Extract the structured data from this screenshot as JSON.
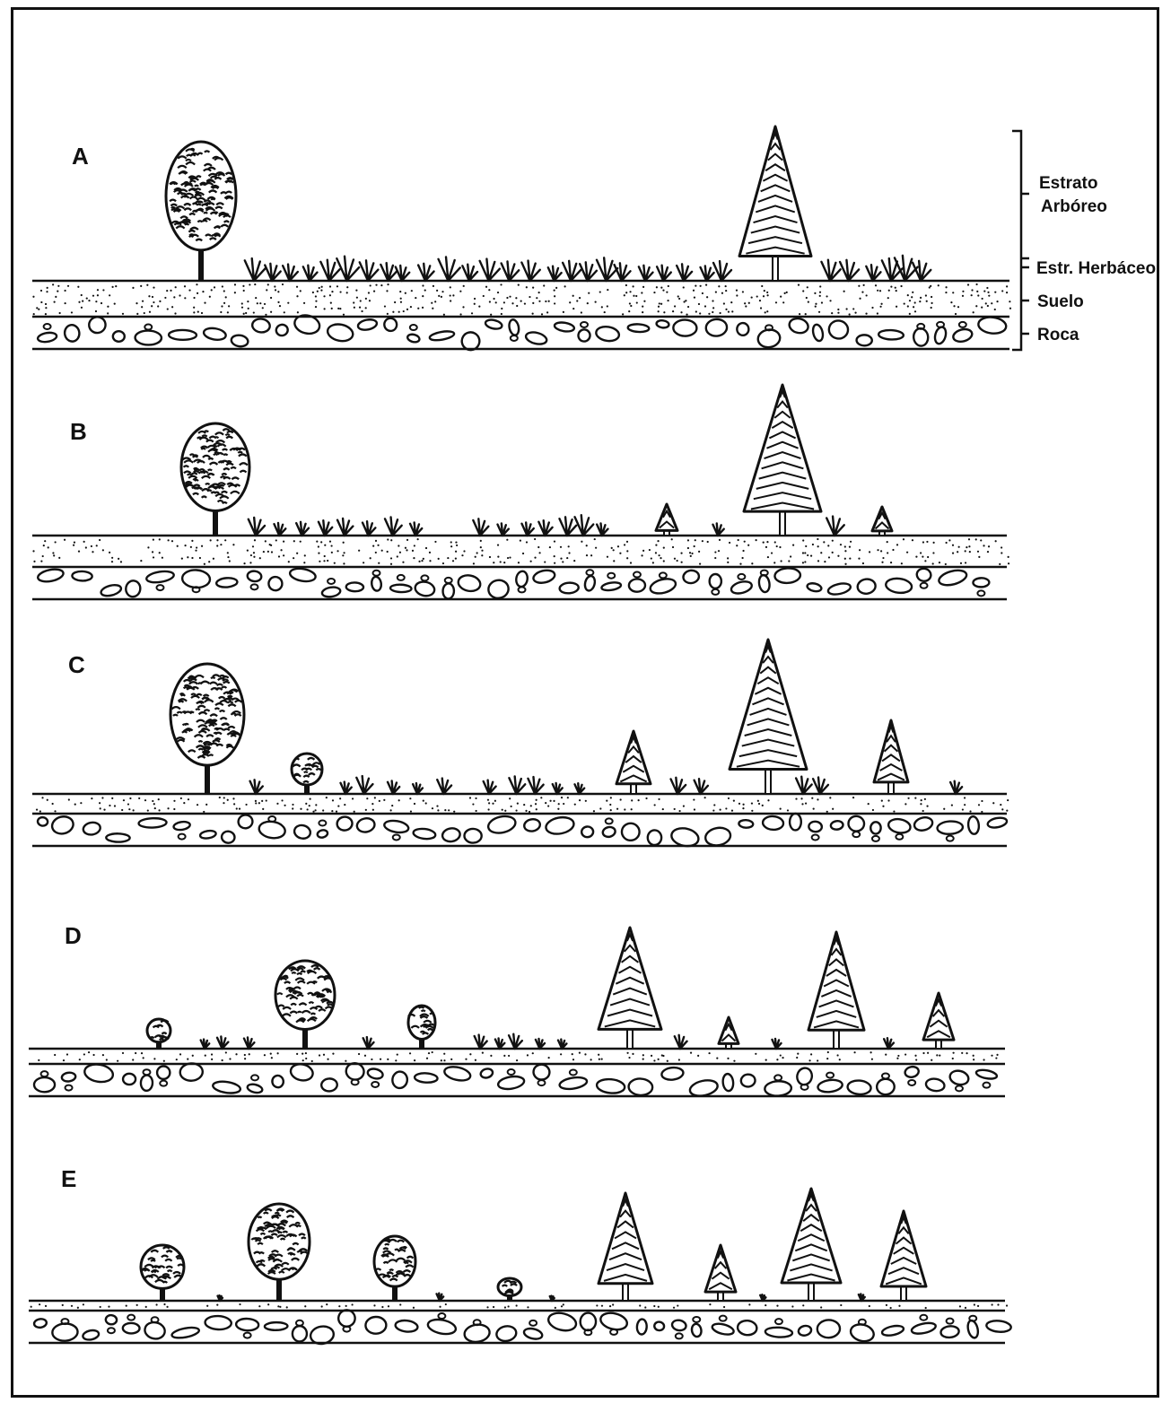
{
  "panels": [
    {
      "id": "A",
      "label": "A",
      "broadleaf_trees": [
        {
          "size": "large"
        }
      ],
      "conifers": [
        {
          "size": "large"
        }
      ],
      "grass_density": "dense"
    },
    {
      "id": "B",
      "label": "B",
      "broadleaf_trees": [
        {
          "size": "large"
        }
      ],
      "conifers": [
        {
          "size": "large"
        },
        {
          "size": "seedling"
        },
        {
          "size": "seedling"
        }
      ],
      "grass_density": "medium"
    },
    {
      "id": "C",
      "label": "C",
      "broadleaf_trees": [
        {
          "size": "large"
        },
        {
          "size": "small"
        }
      ],
      "conifers": [
        {
          "size": "large"
        },
        {
          "size": "medium"
        },
        {
          "size": "medium"
        }
      ],
      "grass_density": "sparse"
    },
    {
      "id": "D",
      "label": "D",
      "broadleaf_trees": [
        {
          "size": "small"
        },
        {
          "size": "large"
        },
        {
          "size": "small"
        }
      ],
      "conifers": [
        {
          "size": "large"
        },
        {
          "size": "seedling"
        },
        {
          "size": "large"
        },
        {
          "size": "medium"
        }
      ],
      "grass_density": "very sparse"
    },
    {
      "id": "E",
      "label": "E",
      "broadleaf_trees": [
        {
          "size": "small"
        },
        {
          "size": "large"
        },
        {
          "size": "small"
        },
        {
          "size": "seedling"
        }
      ],
      "conifers": [
        {
          "size": "large"
        },
        {
          "size": "medium"
        },
        {
          "size": "large"
        },
        {
          "size": "medium"
        }
      ],
      "grass_density": "minimal"
    }
  ],
  "strata_labels": {
    "arboreo_line1": "Estrato",
    "arboreo_line2": "Arbóreo",
    "herbaceo": "Estr. Herbáceo",
    "suelo": "Suelo",
    "roca": "Roca"
  },
  "colors": {
    "ink": "#111111",
    "background": "#ffffff"
  }
}
